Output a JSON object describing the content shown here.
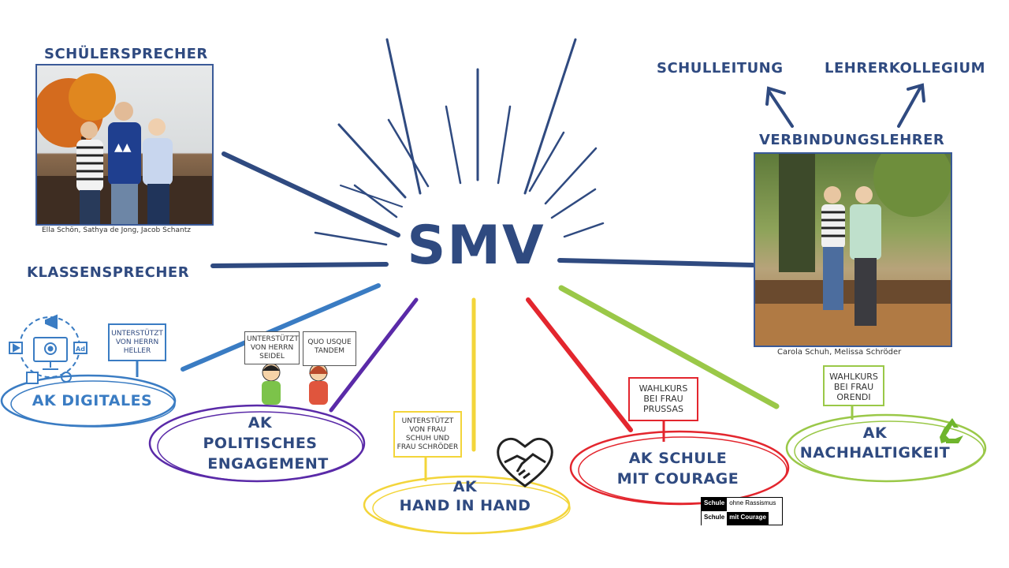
{
  "center": {
    "title": "SMV"
  },
  "labels": {
    "schuelersprecher": "SCHÜLERSPRECHER",
    "klassensprecher": "KLASSENSPRECHER",
    "schulleitung": "SCHULLEITUNG",
    "lehrerkollegium": "LEHRERKOLLEGIUM",
    "verbindungslehrer": "VERBINDUNGSLEHRER"
  },
  "captions": {
    "students": "Ella Schön, Sathya de Jong, Jacob Schantz",
    "teachers": "Carola Schuh, Melissa Schröder"
  },
  "groups": {
    "digitales": {
      "title": "AK DIGITALES",
      "sign": "UNTERSTÜTZT VON HERRN HELLER",
      "color": "#3a7cc3"
    },
    "politisches": {
      "line1": "AK",
      "line2": "POLITISCHES",
      "line3": "ENGAGEMENT",
      "sign1": "UNTERSTÜTZT VON HERRN SEIDEL",
      "sign2": "QUO USQUE TANDEM",
      "color": "#5a2aa8"
    },
    "handinhand": {
      "line1": "AK",
      "line2": "HAND IN HAND",
      "sign": "UNTERSTÜTZT VON FRAU SCHUH UND FRAU SCHRÖDER",
      "color": "#f3d53a"
    },
    "courage": {
      "line1": "AK SCHULE",
      "line2": "MIT COURAGE",
      "sign": "WAHLKURS BEI FRAU PRUSSAS",
      "color": "#e3262e"
    },
    "nachhaltigkeit": {
      "line1": "AK",
      "line2": "NACHHALTIGKEIT",
      "sign": "WAHLKURS BEI FRAU ORENDI",
      "color": "#9ac848"
    }
  },
  "badge": {
    "row1_left": "Schule",
    "row1_right": "ohne Rassismus",
    "row2_left": "Schule",
    "row2_right": "mit Courage"
  },
  "colors": {
    "primary": "#2f4a80",
    "digitales": "#3a7cc3",
    "politisches": "#5a2aa8",
    "handinhand": "#f3d53a",
    "courage": "#e3262e",
    "nachhaltigkeit": "#9ac848"
  }
}
